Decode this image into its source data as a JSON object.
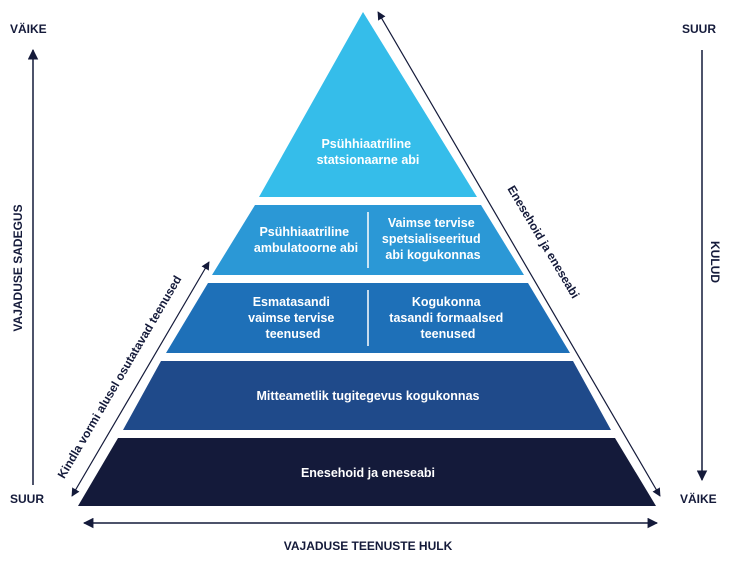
{
  "left_axis": {
    "top": "VÄIKE",
    "bottom": "SUUR",
    "title": "VAJADUSE SADEGUS"
  },
  "right_axis": {
    "top": "SUUR",
    "bottom": "VÄIKE",
    "title": "KULUD"
  },
  "bottom_axis": {
    "title": "VAJADUSE TEENUSTE HULK"
  },
  "left_side_label": "Kindla vormi alusel osutatavad teenused",
  "right_side_label": "Enesehoid ja eneseabi",
  "levels": {
    "top": [
      "Psühhiaatriline",
      "statsionaarne abi"
    ],
    "second_left": [
      "Psühhiaatriline",
      "ambulatoorne abi"
    ],
    "second_right": [
      "Vaimse tervise",
      "spetsialiseeritud",
      "abi kogukonnas"
    ],
    "third_left": [
      "Esmatasandi",
      "vaimse tervise",
      "teenused"
    ],
    "third_right": [
      "Kogukonna",
      "tasandi formaalsed",
      "teenused"
    ],
    "fourth": [
      "Mitteametlik tugitegevus kogukonnas"
    ],
    "base": [
      "Enesehoid ja eneseabi"
    ]
  },
  "colors": {
    "top": "#35bdea",
    "second": "#2b98d6",
    "third": "#1e70b8",
    "fourth": "#1f4a8a",
    "base": "#141a3a",
    "ink": "#141a3a"
  }
}
